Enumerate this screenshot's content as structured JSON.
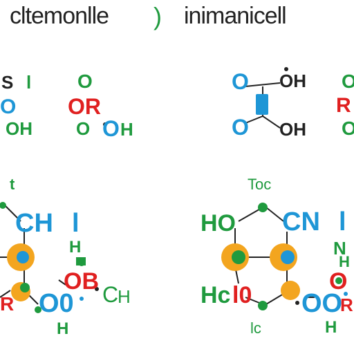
{
  "header": {
    "title_left": "cltemonlle",
    "title_right": "inimanicell",
    "paren": ")"
  },
  "labels": {
    "tl_a": "S",
    "tl_b": "l",
    "tl_c": "O",
    "tl_d": "OH",
    "m1_top": "O",
    "m1_mid": "OR",
    "m1_bot_o": "O",
    "m1_bot_oh": "O",
    "m1_bot_h": "H",
    "tr_o_top": "O",
    "tr_oh_top": "OH",
    "tr_o_bot": "O",
    "tr_oh_bot": "OH",
    "fr_o": "O",
    "fr_r": "R",
    "fr_o2": "O",
    "bl_t": "t",
    "bl_ch": "CH",
    "bl_i": "l",
    "bl_h1": "H",
    "bl_ob": "OB",
    "bl_c": "C",
    "bl_h_tail": "H",
    "bl_oo": "O0",
    "bl_h2": "H",
    "bl_r": "R",
    "br_toc": "Toc",
    "br_ho": "HO",
    "br_cn": "CN",
    "br_i": "l",
    "br_n": "N",
    "br_h1": "H",
    "br_o": "O",
    "br_hc": "Hc",
    "br_io": "l0",
    "br_oo": "OO",
    "br_h2": "H",
    "br_ic": "lc",
    "br_r": "R"
  },
  "colors": {
    "green": "#1f9a3e",
    "blue": "#1e96d6",
    "red": "#e02020",
    "black": "#222222",
    "orange": "#f3a51f"
  }
}
